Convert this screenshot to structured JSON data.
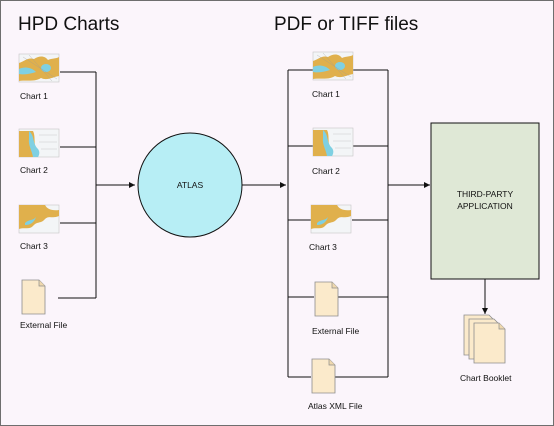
{
  "headings": {
    "left": "HPD Charts",
    "right": "PDF or TIFF files"
  },
  "left_items": [
    {
      "label": "Chart 1",
      "icon": "chart-map-icon"
    },
    {
      "label": "Chart 2",
      "icon": "chart-map-icon"
    },
    {
      "label": "Chart 3",
      "icon": "chart-map-icon"
    },
    {
      "label": "External File",
      "icon": "document-icon"
    }
  ],
  "center_node": {
    "label": "ATLAS",
    "color": "#b7eef5"
  },
  "right_items": [
    {
      "label": "Chart 1",
      "icon": "chart-map-icon"
    },
    {
      "label": "Chart 2",
      "icon": "chart-map-icon"
    },
    {
      "label": "Chart 3",
      "icon": "chart-map-icon"
    },
    {
      "label": "External File",
      "icon": "document-icon"
    },
    {
      "label": "Atlas XML File",
      "icon": "document-icon"
    }
  ],
  "application_box": {
    "line1": "THIRD-PARTY",
    "line2": "APPLICATION",
    "color": "#dfe8d6"
  },
  "output": {
    "label": "Chart Booklet",
    "icon": "stacked-documents-icon"
  },
  "colors": {
    "document": "#fbeacb",
    "land": "#e0b04c",
    "water": "#7fd0e2"
  }
}
